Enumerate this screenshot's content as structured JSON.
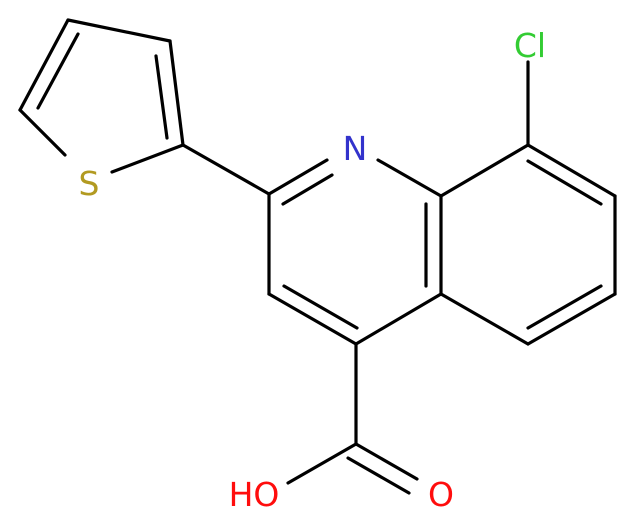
{
  "atoms": {
    "cl": {
      "text": "Cl",
      "color": "#33cc33"
    },
    "n": {
      "text": "N",
      "color": "#3333cc"
    },
    "s": {
      "text": "S",
      "color": "#b29a21"
    },
    "oh": {
      "text": "HO",
      "color": "#ff0d0d"
    },
    "o": {
      "text": "O",
      "color": "#ff0d0d"
    }
  },
  "bond_color": "#000000"
}
